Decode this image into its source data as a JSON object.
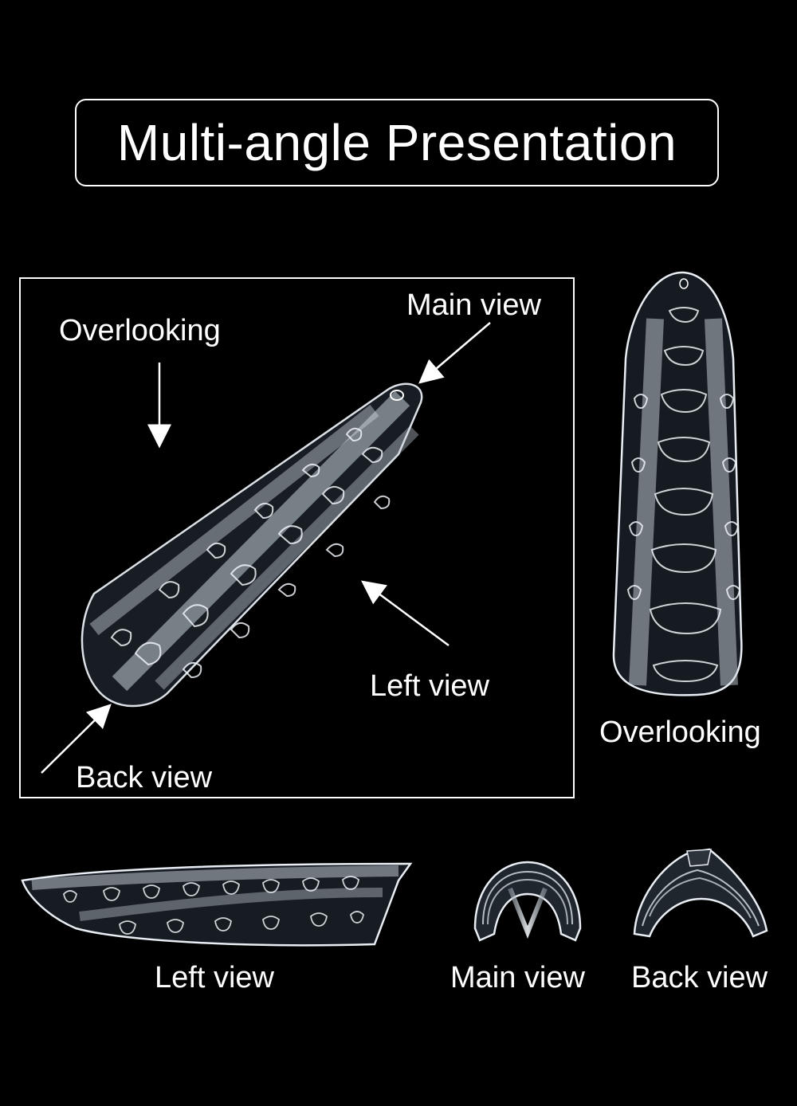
{
  "title": "Multi-angle Presentation",
  "labels": {
    "frame_overlooking": "Overlooking",
    "frame_main_view": "Main view",
    "frame_left_view": "Left view",
    "frame_back_view": "Back view",
    "side_overlooking": "Overlooking",
    "bottom_left_view": "Left view",
    "bottom_main_view": "Main view",
    "bottom_back_view": "Back view"
  },
  "colors": {
    "background": "#000000",
    "text": "#ffffff",
    "product_edge": "#e8eef4"
  }
}
